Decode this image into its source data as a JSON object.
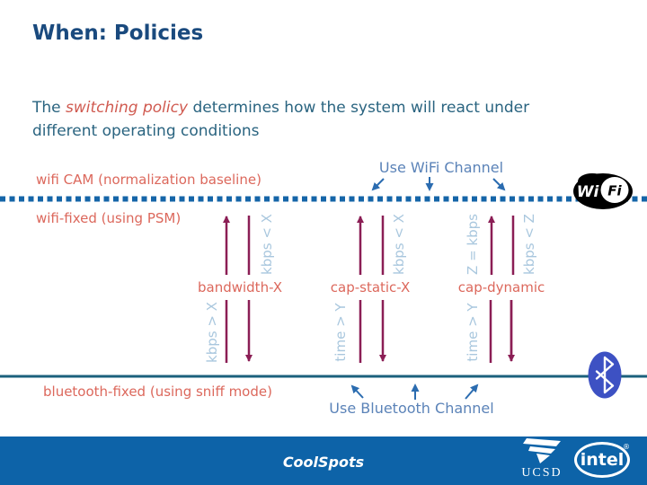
{
  "colors": {
    "title": "#1A4A7E",
    "body_text": "#2A6480",
    "emphasis_text": "#D05A50",
    "policy_label": "#DC685C",
    "condition_text": "#A9C7DE",
    "channel_label": "#5B83B8",
    "wifi_dotted_line": "#1565A8",
    "bluetooth_solid_line": "#1B607C",
    "transition_arrow": "#8B1E55",
    "channel_arrow": "#2B6CB0",
    "footer_bar": "#0D63A8",
    "bluetooth_logo": "#3D51C3",
    "wifi_logo": "#000000"
  },
  "slide": {
    "title": "When: Policies",
    "body": {
      "prefix": "The ",
      "emphasis": "switching policy",
      "suffix": " determines how the system will react under different operating conditions"
    }
  },
  "diagram": {
    "use_wifi_label": "Use WiFi Channel",
    "use_bluetooth_label": "Use Bluetooth Channel",
    "wifi_cam_label": "wifi CAM (normalization baseline)",
    "wifi_fixed_label": "wifi-fixed (using PSM)",
    "bluetooth_fixed_label": "bluetooth-fixed (using sniff mode)",
    "policies": [
      {
        "name": "bandwidth-X",
        "switch_to_wifi": "kbps < X",
        "switch_to_bluetooth": "kbps > X"
      },
      {
        "name": "cap-static-X",
        "switch_to_wifi": "kbps < X",
        "switch_to_bluetooth": "time > Y"
      },
      {
        "name": "cap-dynamic",
        "switch_to_wifi": "kbps < Z",
        "switch_to_wifi_alt": "Z = kbps",
        "switch_to_bluetooth": "time > Y"
      }
    ],
    "wifi_logo_wi": "Wi",
    "wifi_logo_fi": "Fi"
  },
  "footer": {
    "brand": "CoolSpots",
    "ucsd": "UCSD",
    "intel": "intel",
    "intel_reg": "®"
  }
}
